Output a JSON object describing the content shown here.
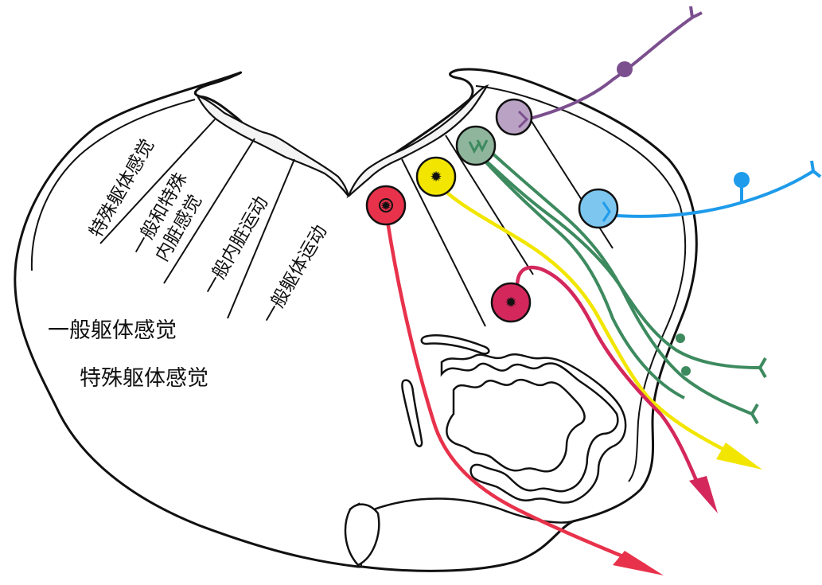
{
  "labels": {
    "special_somatic_sensory_column": "特殊躯体感觉",
    "general_and_special_visceral_sensory_line1": "一般和特殊",
    "general_and_special_visceral_sensory_line2": "内脏感觉",
    "general_visceral_motor": "一般内脏运动",
    "general_somatic_motor": "一般躯体运动",
    "general_somatic_sensory": "一般躯体感觉",
    "special_somatic_sensory": "特殊躯体感觉"
  },
  "colors": {
    "red": "#e8324b",
    "yellow": "#f2e600",
    "green": "#3d8a5f",
    "green_nucleus": "#8fb59c",
    "purple": "#7b4f8e",
    "purple_nucleus": "#b9a2c4",
    "blue": "#1e9bea",
    "blue_nucleus": "#7cc6f0",
    "magenta": "#d4285c"
  }
}
